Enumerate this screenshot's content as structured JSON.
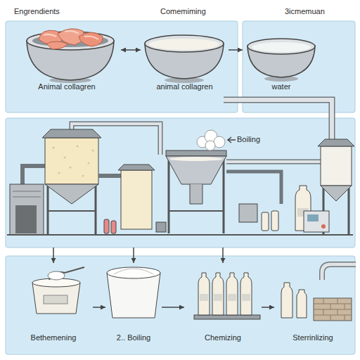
{
  "diagram": {
    "nodes": [
      {
        "text": [
          "Engrendients",
          "Animal collagren"
        ]
      },
      {
        "text": [
          "Comemiming",
          "animal collagren"
        ]
      },
      {
        "text": [
          "3icmemuan",
          "water"
        ]
      },
      {
        "text": [
          "Boiling"
        ]
      },
      {
        "text": [
          "Bethemening"
        ]
      },
      {
        "text": [
          "2.. Boiling"
        ]
      },
      {
        "text": [
          "Chemizing"
        ]
      },
      {
        "text": [
          "Sterrinlizing"
        ]
      }
    ],
    "edges": [
      {
        "from": 0,
        "to": 1,
        "arrow": "both"
      },
      {
        "from": 1,
        "to": 2,
        "arrow": "to"
      },
      {
        "from": 3,
        "to": 4,
        "arrow": "to"
      },
      {
        "from": 3,
        "to": 5,
        "arrow": "to"
      },
      {
        "from": 3,
        "to": 6,
        "arrow": "to"
      },
      {
        "from": 4,
        "to": 5,
        "arrow": "to"
      },
      {
        "from": 5,
        "to": 6,
        "arrow": "to"
      },
      {
        "from": 6,
        "to": 7,
        "arrow": "to"
      }
    ]
  }
}
